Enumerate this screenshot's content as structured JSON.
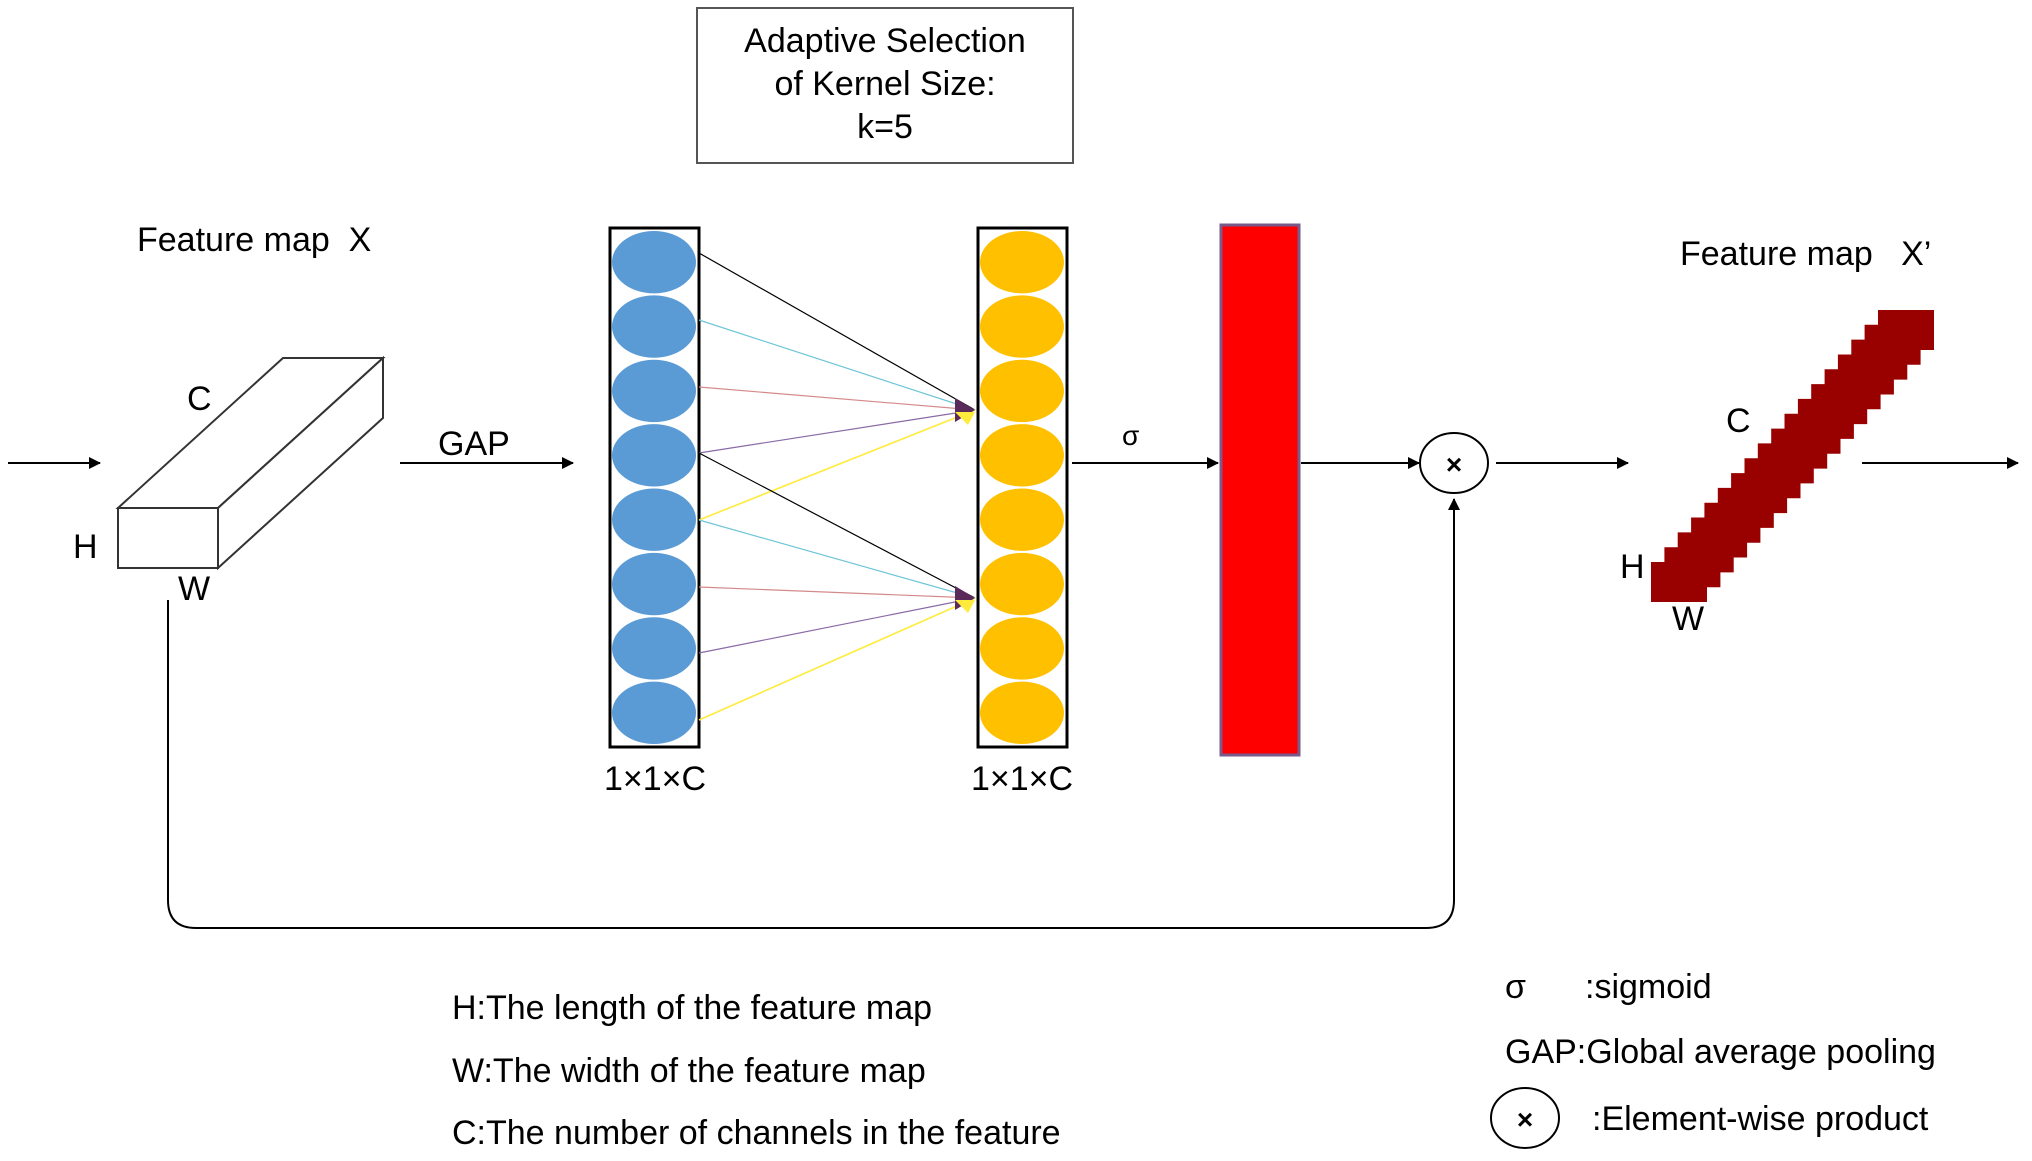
{
  "kernel_box": {
    "line1": "Adaptive Selection",
    "line2": "of Kernel Size:",
    "line3": "k=5"
  },
  "input_map": {
    "title": "Feature map  X",
    "c": "C",
    "h": "H",
    "w": "W"
  },
  "output_map": {
    "title": "Feature map   X’",
    "c": "C",
    "h": "H",
    "w": "W"
  },
  "gap_label": "GAP",
  "sigma_label": "σ",
  "vec_in": {
    "label": "1×1×C",
    "count": 8,
    "color": "#5b9bd5"
  },
  "vec_out": {
    "label": "1×1×C",
    "count": 8,
    "color": "#ffc000"
  },
  "weights_color": "#ff0000",
  "output_color": "#990000",
  "product_symbol": "×",
  "notes": [
    "H:The length of the feature map",
    "W:The width of the feature map",
    "C:The number of channels in the feature"
  ],
  "legend": {
    "sigma_sym": "σ",
    "sigma_text": ":sigmoid",
    "gap": "GAP:Global average pooling",
    "product_text": ":Element-wise product"
  }
}
